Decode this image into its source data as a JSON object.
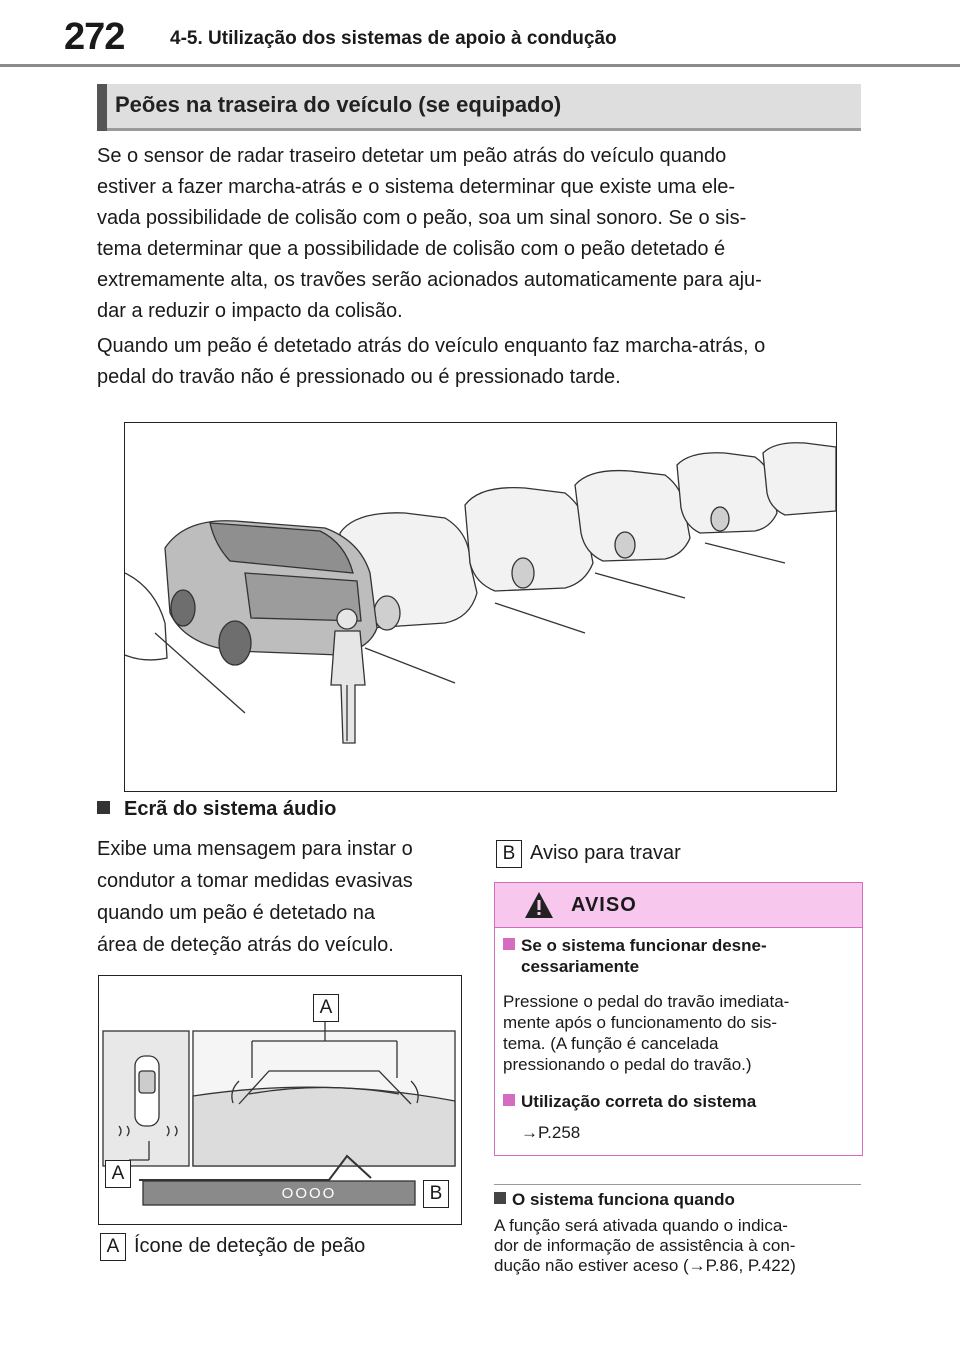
{
  "header": {
    "page_number": "272",
    "chapter": "4-5. Utilização dos sistemas de apoio à condução"
  },
  "section": {
    "title": "Peões na traseira do veículo (se equipado)"
  },
  "paragraphs": {
    "p1_lines": [
      "Se o sensor de radar traseiro detetar um peão atrás do veículo quando",
      "estiver a fazer marcha-atrás e o sistema determinar que existe uma ele-",
      "vada possibilidade de colisão com o peão, soa um sinal sonoro. Se o sis-",
      "tema determinar que a possibilidade de colisão com o peão detetado é",
      "extremamente alta, os travões serão acionados automaticamente para aju-",
      "dar a reduzir o impacto da colisão."
    ],
    "p2_lines": [
      "Quando um peão é detetado atrás do veículo enquanto faz marcha-atrás, o",
      "pedal do travão não é pressionado ou é pressionado tarde."
    ]
  },
  "audio_section": {
    "heading": "Ecrã do sistema áudio",
    "text_lines": [
      "Exibe uma mensagem para instar o",
      "condutor a tomar medidas evasivas",
      "quando um peão é detetado na",
      "área de deteção atrás do veículo."
    ]
  },
  "screen_figure": {
    "label_a": "A",
    "label_b": "B",
    "message_text": "OOOO"
  },
  "labels": {
    "a_letter": "A",
    "a_caption": "Ícone de deteção de peão",
    "b_letter": "B",
    "b_caption": "Aviso para travar"
  },
  "warning": {
    "title": "AVISO",
    "sub1_lines": [
      "Se o sistema funcionar desne-",
      "cessariamente"
    ],
    "text1_lines": [
      "Pressione o pedal do travão imediata-",
      "mente após o funcionamento do sis-",
      "tema. (A função é cancelada",
      "pressionando o pedal do travão.)"
    ],
    "sub2": "Utilização correta do sistema",
    "ref": "→P.258"
  },
  "note": {
    "heading": "O sistema funciona quando",
    "lines": [
      "A função será ativada quando o indica-",
      "dor de informação de assistência à con-",
      "dução não estiver aceso (→P.86, P.422)"
    ]
  },
  "colors": {
    "warning_border": "#d66cc0",
    "warning_header": "#f7c7ee",
    "section_bar": "#dedede"
  }
}
